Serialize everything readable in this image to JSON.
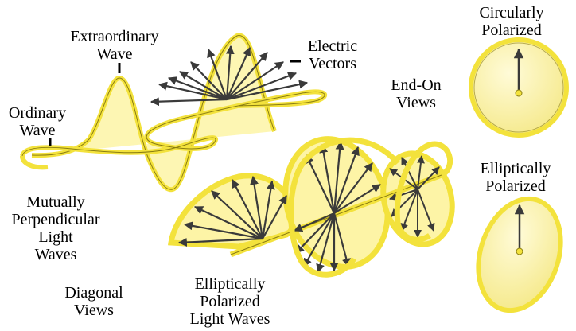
{
  "labels": {
    "extraordinary_wave": [
      "Extraordinary",
      "Wave"
    ],
    "electric_vectors": [
      "Electric",
      "Vectors"
    ],
    "ordinary_wave": [
      "Ordinary",
      "Wave"
    ],
    "mutually_perpendicular": [
      "Mutually",
      "Perpendicular",
      "Light",
      "Waves"
    ],
    "diagonal_views": [
      "Diagonal",
      "Views"
    ],
    "elliptically_polarized_waves": [
      "Elliptically",
      "Polarized",
      "Light Waves"
    ],
    "end_on_views": [
      "End-On",
      "Views"
    ],
    "circularly_polarized": [
      "Circularly",
      "Polarized"
    ],
    "elliptically_polarized": [
      "Elliptically",
      "Polarized"
    ]
  },
  "colors": {
    "wave_fill": "#fdf4a6",
    "wave_stroke": "#f3e23c",
    "wave_edge": "#8a7d12",
    "vector": "#3a3a3a",
    "text": "#000000"
  }
}
